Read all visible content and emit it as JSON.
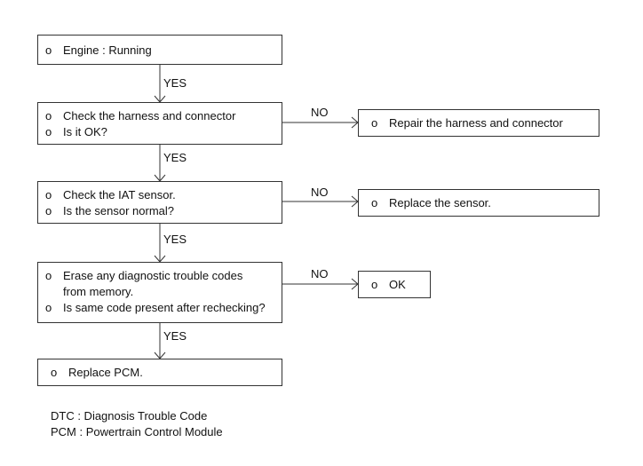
{
  "flowchart": {
    "bullet": "o",
    "start": {
      "lines": [
        "Engine : Running"
      ]
    },
    "step1": {
      "lines": [
        "Check the harness and connector",
        "Is it OK?"
      ]
    },
    "step1_no": {
      "lines": [
        "Repair the harness and connector"
      ]
    },
    "step2": {
      "lines": [
        "Check the IAT sensor.",
        "Is the sensor normal?"
      ]
    },
    "step2_no": {
      "lines": [
        "Replace the sensor."
      ]
    },
    "step3": {
      "lines": [
        "Erase any diagnostic trouble codes\nfrom memory.",
        "Is same code present after rechecking?"
      ]
    },
    "step3_no": {
      "lines": [
        "OK"
      ]
    },
    "end": {
      "lines": [
        "Replace PCM."
      ]
    },
    "labels": {
      "yes": "YES",
      "no": "NO"
    }
  },
  "legend": {
    "dtc": "DTC : Diagnosis Trouble Code",
    "pcm": "PCM : Powertrain Control Module"
  }
}
